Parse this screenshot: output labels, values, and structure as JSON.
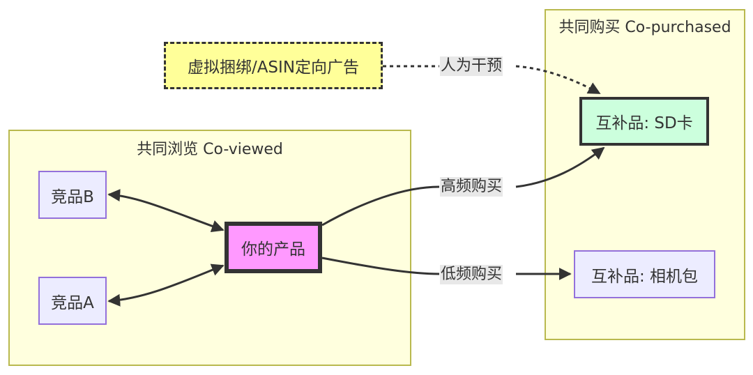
{
  "clusters": {
    "co_purchased": {
      "title": "共同购买 Co-purchased"
    },
    "co_viewed": {
      "title": "共同浏览 Co-viewed"
    }
  },
  "nodes": {
    "ad": {
      "label": "虚拟捆绑/ASIN定向广告"
    },
    "sd_card": {
      "label": "互补品: SD卡"
    },
    "camera_bag": {
      "label": "互补品: 相机包"
    },
    "competitor_b": {
      "label": "竞品B"
    },
    "competitor_a": {
      "label": "竞品A"
    },
    "your_product": {
      "label": "你的产品"
    }
  },
  "edges": {
    "ad_to_sd": {
      "label": "人为干预",
      "style": "dotted"
    },
    "product_to_sd": {
      "label": "高频购买",
      "style": "solid"
    },
    "product_to_bag": {
      "label": "低频购买",
      "style": "solid"
    },
    "product_b": {
      "label": "",
      "style": "bidirectional"
    },
    "product_a": {
      "label": "",
      "style": "bidirectional"
    }
  },
  "colors": {
    "cluster_fill": "#ffffde",
    "cluster_border": "#b9b94e",
    "node_default": "#ececff",
    "node_main": "#ff99ff",
    "node_sd": "#ccffdd",
    "node_ad": "#ffff99",
    "edge": "#333333"
  }
}
